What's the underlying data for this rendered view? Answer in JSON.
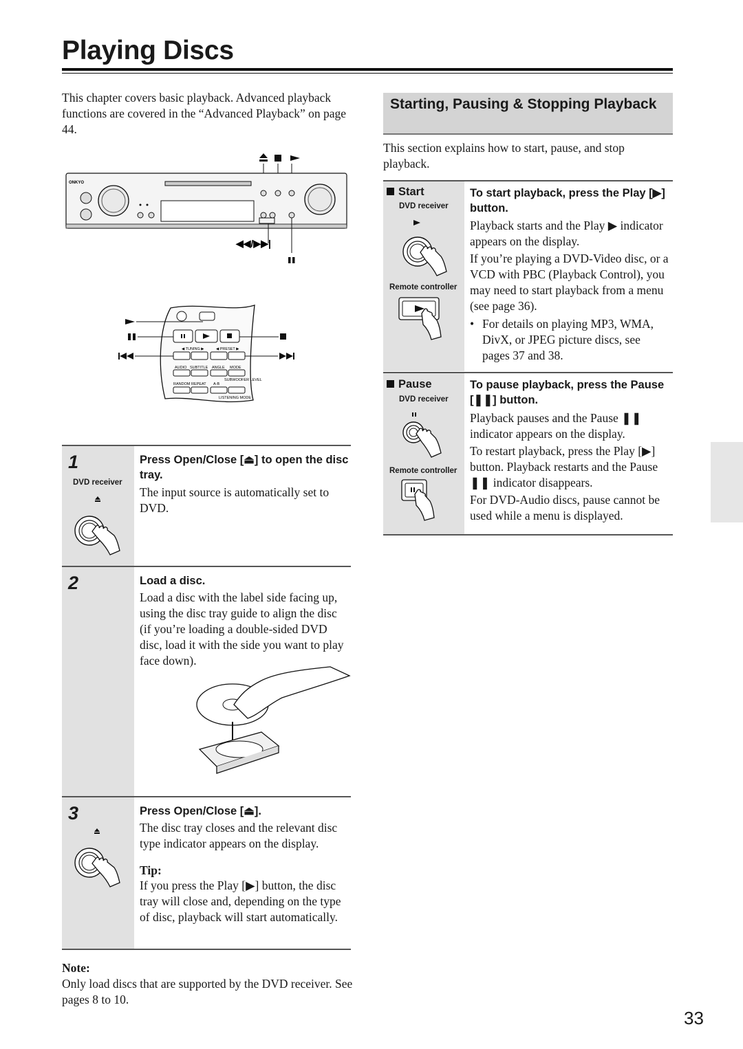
{
  "page": {
    "title": "Playing Discs",
    "page_number": "33"
  },
  "intro": "This chapter covers basic playback. Advanced playback functions are covered in the “Advanced Playback” on page 44.",
  "figure_labels": {
    "front_panel_skip": "◀◀/▶▶|",
    "brand": "ONKYO"
  },
  "steps": [
    {
      "number": "1",
      "device_label": "DVD receiver",
      "heading": "Press Open/Close [⏏] to open the disc tray.",
      "text": "The input source is automatically set to DVD."
    },
    {
      "number": "2",
      "heading": "Load a disc.",
      "text": "Load a disc with the label side facing up, using the disc tray guide to align the disc (if you’re loading a double-sided DVD disc, load it with the side you want to play face down)."
    },
    {
      "number": "3",
      "heading": "Press Open/Close [⏏].",
      "text": "The disc tray closes and the relevant disc type indicator appears on the display.",
      "tip_label": "Tip:",
      "tip_text": "If you press the Play [▶] button, the disc tray will close and, depending on the type of disc, playback will start automatically."
    }
  ],
  "note": {
    "label": "Note:",
    "text": "Only load discs that are supported by the DVD receiver. See pages 8 to 10."
  },
  "section": {
    "title": "Starting, Pausing & Stopping Playback",
    "intro": "This section explains how to start, pause, and stop playback."
  },
  "start": {
    "label": "Start",
    "dvd_label": "DVD receiver",
    "remote_label": "Remote controller",
    "heading": "To start playback, press the Play [▶] button.",
    "p1": "Playback starts and the Play ▶ indicator appears on the display.",
    "p2": "If you’re playing a DVD-Video disc, or a VCD with PBC (Playback Control), you may need to start playback from a menu (see page 36).",
    "bullet": "For details on playing MP3, WMA, DivX, or JPEG picture discs, see pages 37 and 38."
  },
  "pause": {
    "label": "Pause",
    "dvd_label": "DVD receiver",
    "remote_label": "Remote controller",
    "heading": "To pause playback, press the Pause [❚❚] button.",
    "p1": "Playback pauses and the Pause ❚❚ indicator appears on the display.",
    "p2": "To restart playback, press the Play [▶] button. Playback restarts and the Pause ❚❚ indicator disappears.",
    "p3": "For DVD-Audio discs, pause cannot be used while a menu is displayed."
  },
  "remote_keys": {
    "tuning": "◀ TUNING ▶",
    "preset": "◀ PRESET ▶",
    "audio": "AUDIO",
    "subtitle": "SUBTITLE",
    "angle": "ANGLE",
    "mode": "MODE",
    "random": "RANDOM",
    "repeat": "REPEAT",
    "ab": "A-B",
    "subwoofer": "SUBWOOFER LEVEL",
    "listening": "LISTENING MODE"
  }
}
